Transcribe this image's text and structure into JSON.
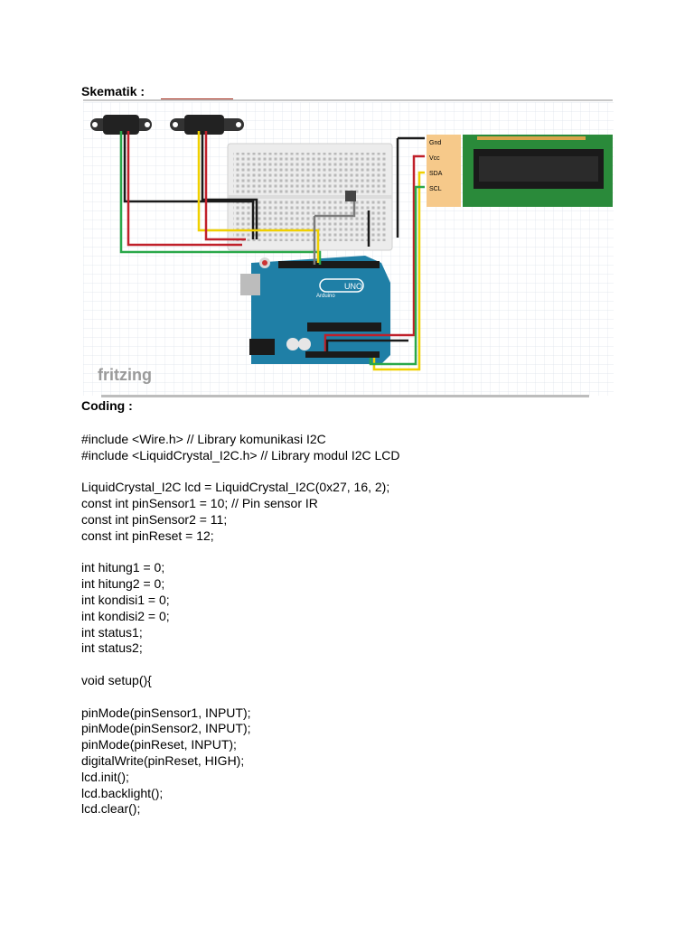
{
  "headings": {
    "skematik": "Skematik :",
    "coding": "Coding :"
  },
  "schematic": {
    "watermark": "fritzing",
    "lcd_pins": [
      "Gnd",
      "Vcc",
      "SDA",
      "SCL"
    ],
    "board_logo": "UNO",
    "board_brand": "Arduino",
    "wire_colors": {
      "black": "#1a1a1a",
      "red": "#c0202a",
      "yellow": "#f0d000",
      "green": "#2aa84a",
      "board": "#1f7fa6",
      "lcd_green": "#2a8a3a"
    }
  },
  "code_blocks": [
    [
      "#include <Wire.h> // Library komunikasi I2C",
      "#include <LiquidCrystal_I2C.h> // Library modul I2C LCD"
    ],
    [
      "LiquidCrystal_I2C lcd = LiquidCrystal_I2C(0x27, 16, 2);",
      "const int pinSensor1 = 10; // Pin sensor IR",
      "const int pinSensor2 = 11;",
      "const int pinReset = 12;"
    ],
    [
      "int hitung1 = 0;",
      "int hitung2 = 0;",
      "int kondisi1 = 0;",
      "int kondisi2 = 0;",
      "int status1;",
      "int status2;"
    ],
    [
      "void setup(){"
    ],
    [
      "pinMode(pinSensor1, INPUT);",
      "pinMode(pinSensor2, INPUT);",
      "pinMode(pinReset, INPUT);",
      "digitalWrite(pinReset, HIGH);",
      "lcd.init();",
      "lcd.backlight();",
      "lcd.clear();"
    ]
  ]
}
